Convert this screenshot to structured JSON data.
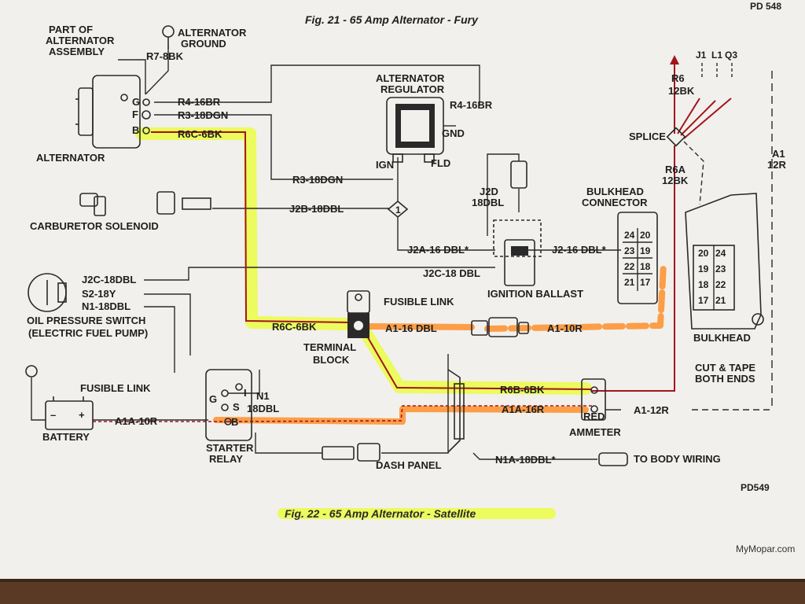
{
  "header": {
    "fig21": "Fig. 21 - 65 Amp Alternator - Fury",
    "pd548": "PD 548"
  },
  "alternator": {
    "part_of_1": "PART OF",
    "part_of_2": "ALTERNATOR",
    "part_of_3": "ASSEMBLY",
    "ground_1": "ALTERNATOR",
    "ground_2": "GROUND",
    "r7": "R7-8BK",
    "label": "ALTERNATOR",
    "term_g": "G",
    "term_f": "F",
    "term_b": "B"
  },
  "wires": {
    "r4_left": "R4-16BR",
    "r3_left": "R3-18DGN",
    "r6c_top": "R6C-6BK",
    "r4_right": "R4-16BR",
    "r3_mid": "R3-18DGN",
    "j2b": "J2B-18DBL",
    "j2a": "J2A-16 DBL*",
    "j2_right": "J2-16 DBL*",
    "j2c_left": "J2C-18DBL",
    "j2c_mid": "J2C-18 DBL",
    "s2": "S2-18Y",
    "n1_left": "N1-18DBL",
    "r6c_mid": "R6C-6BK",
    "a1_16": "A1-16 DBL",
    "a1_10": "A1-10R",
    "a1a": "A1A-10R",
    "r6b": "R6B-6BK",
    "a1a_16": "A1A-16R",
    "a1_12r_bottom": "A1-12R",
    "n1a": "N1A-18DBL*",
    "r6": "R6",
    "bk12": "12BK",
    "r6a": "R6A",
    "bk12b": "12BK",
    "a1_top": "A1",
    "r12_top": "12R",
    "n1_relay": "N1",
    "dbl_relay": "18DBL",
    "j2d": "J2D",
    "j2d_dbl": "18DBL"
  },
  "regulator": {
    "line1": "ALTERNATOR",
    "line2": "REGULATOR",
    "gnd": "GND",
    "ign": "IGN",
    "fld": "FLD"
  },
  "components": {
    "carb": "CARBURETOR SOLENOID",
    "oil_1": "OIL PRESSURE SWITCH",
    "oil_2": "(ELECTRIC FUEL PUMP)",
    "fusible_1": "FUSIBLE LINK",
    "fusible_2": "FUSIBLE LINK",
    "ign_ballast": "IGNITION BALLAST",
    "bulkhead_conn_1": "BULKHEAD",
    "bulkhead_conn_2": "CONNECTOR",
    "bulkhead": "BULKHEAD",
    "terminal_1": "TERMINAL",
    "terminal_2": "BLOCK",
    "battery": "BATTERY",
    "starter_1": "STARTER",
    "starter_2": "RELAY",
    "dash": "DASH PANEL",
    "ammeter": "AMMETER",
    "red": "RED",
    "body_wiring": "TO BODY WIRING",
    "splice": "SPLICE",
    "cut_1": "CUT & TAPE",
    "cut_2": "BOTH ENDS",
    "relay_g": "G",
    "relay_s": "S",
    "relay_i": "I",
    "relay_b": "B",
    "bat_neg": "–",
    "bat_pos": "+",
    "num_1": "1",
    "j1": "J1",
    "l1": "L1",
    "q3": "Q3"
  },
  "connector_pins": {
    "left": [
      "24",
      "20",
      "23",
      "19",
      "22",
      "18",
      "21",
      "17"
    ],
    "right": [
      "20",
      "24",
      "19",
      "23",
      "18",
      "22",
      "17",
      "21"
    ]
  },
  "footer": {
    "pd549": "PD549",
    "fig22": "Fig. 22 - 65 Amp Alternator - Satellite",
    "watermark": "MyMopar.com"
  },
  "colors": {
    "paper": "#f1f0ec",
    "highlight_yellow": "#e9ff2e",
    "highlight_orange": "#ff8a1f",
    "red_pen": "#a3141c",
    "table_wood": "#5a3a24"
  }
}
